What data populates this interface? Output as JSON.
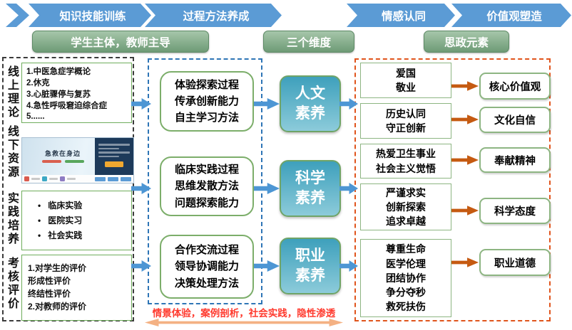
{
  "banners": [
    {
      "label": "知识技能训练"
    },
    {
      "label": "过程方法养成"
    },
    {
      "label": "情感认同"
    },
    {
      "label": "价值观塑造"
    }
  ],
  "headers": {
    "student_teacher": "学生主体，教师主导",
    "dimensions": "三个维度",
    "ideological": "思政元素"
  },
  "left_panel": {
    "rows": [
      {
        "label": "线上理论",
        "lines": [
          "1.中医急症学概论",
          "2.休克",
          "3.心脏骤停与复苏",
          "4.急性呼吸窘迫综合症",
          "5......"
        ]
      },
      {
        "label": "线下资源",
        "image_title": "急救在身边"
      },
      {
        "label": "实践培养",
        "items": [
          "临床实验",
          "医院实习",
          "社会实践"
        ]
      },
      {
        "label": "考核评价",
        "lines": [
          "1.对学生的评价",
          "形成性评价",
          "终结性评价",
          "2.对教师的评价"
        ]
      }
    ]
  },
  "process_boxes": [
    {
      "lines": [
        "体验探索过程",
        "传承创新能力",
        "自主学习方法"
      ]
    },
    {
      "lines": [
        "临床实践过程",
        "思维发散方法",
        "问题探索能力"
      ]
    },
    {
      "lines": [
        "合作交流过程",
        "领导协调能力",
        "决策处理方法"
      ]
    }
  ],
  "dimension_boxes": [
    {
      "lines": [
        "人文",
        "素养"
      ]
    },
    {
      "lines": [
        "科学",
        "素养"
      ]
    },
    {
      "lines": [
        "职业",
        "素养"
      ]
    }
  ],
  "element_boxes": [
    {
      "lines": [
        "爱国",
        "敬业"
      ]
    },
    {
      "lines": [
        "历史认同",
        "守正创新"
      ]
    },
    {
      "lines": [
        "热爱卫生事业",
        "社会主义觉悟"
      ]
    },
    {
      "lines": [
        "严谨求实",
        "创新探索",
        "追求卓越"
      ]
    },
    {
      "lines": [
        "尊重生命",
        "医学伦理",
        "团结协作",
        "争分夺秒",
        "救死扶伤"
      ]
    }
  ],
  "outcome_boxes": [
    {
      "label": "核心价值观"
    },
    {
      "label": "文化自信"
    },
    {
      "label": "奉献精神"
    },
    {
      "label": "科学态度"
    },
    {
      "label": "职业道德"
    }
  ],
  "bottom_caption": "情景体验，案例剖析，社会实践，隐性渗透",
  "icons": {
    "lead_chevron": "chevron-right",
    "flow_arrow": "block-right-arrow",
    "outcome_arrow": "block-right-arrow",
    "double_arrow": "double-headed-arrow"
  },
  "colors": {
    "banner_blue": "#5B9BD5",
    "pill_green_top": "#A6C6AA",
    "pill_green_bottom": "#6E9B76",
    "box_border_green": "#7CAE6A",
    "dimension_teal_top": "#3EA0BC",
    "dimension_teal_bottom": "#8CCBDA",
    "arrow_blue": "#4D96D4",
    "arrow_orange": "#C55A11",
    "bottom_arrow_orange": "#F4B183",
    "bottom_text_red": "#FF3A2E",
    "left_panel_border": "#3B3B3B",
    "mid_panel_border": "#2E75B6",
    "right_panel_border": "#E0541C"
  }
}
